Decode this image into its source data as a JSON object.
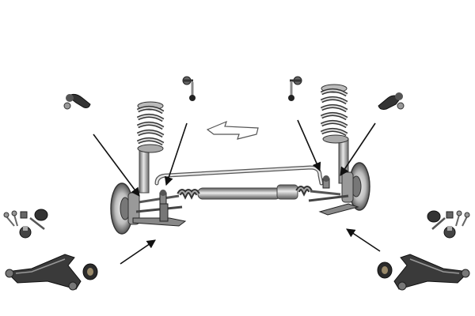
{
  "diagram": {
    "kind": "front-suspension-exploded-view",
    "background": "#ffffff",
    "palette": {
      "steel_light": "#e4e4e4",
      "steel_mid": "#a8a8a8",
      "steel_dark": "#4a4a4a",
      "rubber": "#2b2b2b",
      "bronze": "#9a8a6a",
      "arrow": "#111111"
    },
    "parts": [
      "coil-spring-strut-left",
      "coil-spring-strut-right",
      "stabilizer-link-left",
      "stabilizer-link-right",
      "tie-rod-end-left",
      "tie-rod-end-right",
      "anti-roll-bar",
      "steering-rack",
      "brake-disc-left",
      "brake-disc-right",
      "wishbone-left",
      "wishbone-right",
      "ball-joint-left",
      "ball-joint-right",
      "bushing-left",
      "bushing-right",
      "bolt-kit-left",
      "bolt-kit-right"
    ],
    "arrows": [
      "arrow-to-left-strut",
      "arrow-to-left-stabilizer-link",
      "arrow-to-right-strut",
      "arrow-to-right-stabilizer-link",
      "arrow-from-left-wishbone",
      "arrow-from-right-wishbone",
      "direction-of-travel-arrow"
    ]
  }
}
